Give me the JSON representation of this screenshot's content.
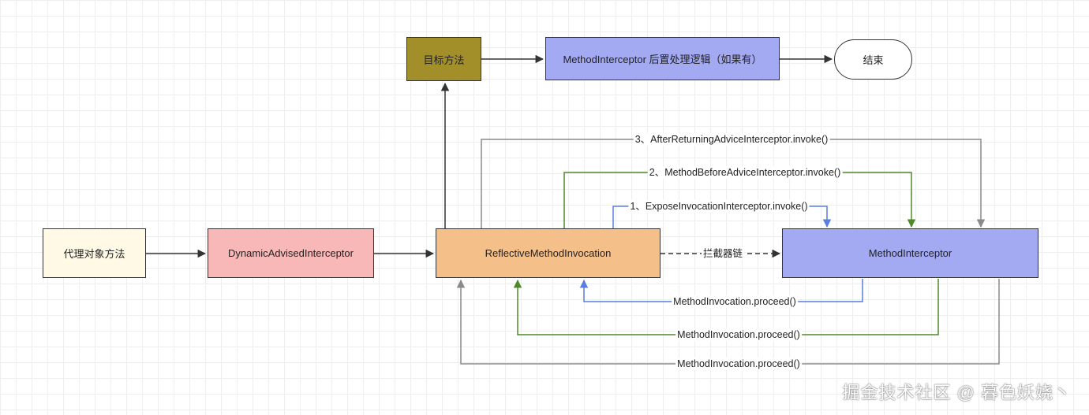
{
  "nodes": {
    "proxy_method": "代理对象方法",
    "dynamic_advised": "DynamicAdvisedInterceptor",
    "reflective": "ReflectiveMethodInvocation",
    "method_interceptor": "MethodInterceptor",
    "target_method": "目标方法",
    "post_process": "MethodInterceptor 后置处理逻辑（如果有）",
    "end": "结束"
  },
  "edges": {
    "chain": "拦截器链",
    "step1": "1、ExposeInvocationInterceptor.invoke()",
    "step2": "2、MethodBeforeAdviceInterceptor.invoke()",
    "step3": "3、AfterReturningAdviceInterceptor.invoke()",
    "return1": "MethodInvocation.proceed()",
    "return2": "MethodInvocation.proceed()",
    "return3": "MethodInvocation.proceed()"
  },
  "colors": {
    "proxy_fill": "#fff9e6",
    "dynamic_fill": "#f8b8b8",
    "reflective_fill": "#f5bf8a",
    "interceptor_fill": "#a3aaf2",
    "target_fill": "#a38f2a",
    "end_fill": "#ffffff",
    "blue_line": "#5a7ee0",
    "green_line": "#4f8a2a",
    "gray_line": "#8a8a8a",
    "dark_line": "#333333"
  },
  "watermark": "掘金技术社区 @ 暮色妖娆丶"
}
